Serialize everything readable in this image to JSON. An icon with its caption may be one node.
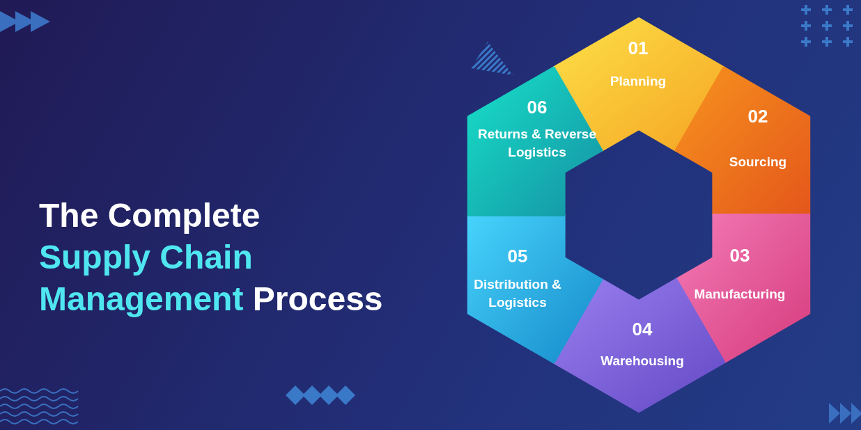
{
  "diagram": {
    "title": "The Complete Supply Chain Management Process",
    "nodes": [
      {
        "text": [
          "01",
          "Planning"
        ]
      },
      {
        "text": [
          "02",
          "Sourcing"
        ]
      },
      {
        "text": [
          "03",
          "Manufacturing"
        ]
      },
      {
        "text": [
          "04",
          "Warehousing"
        ]
      },
      {
        "text": [
          "05",
          "Distribution & Logistics"
        ]
      },
      {
        "text": [
          "06",
          "Returns & Reverse Logistics"
        ]
      }
    ]
  }
}
